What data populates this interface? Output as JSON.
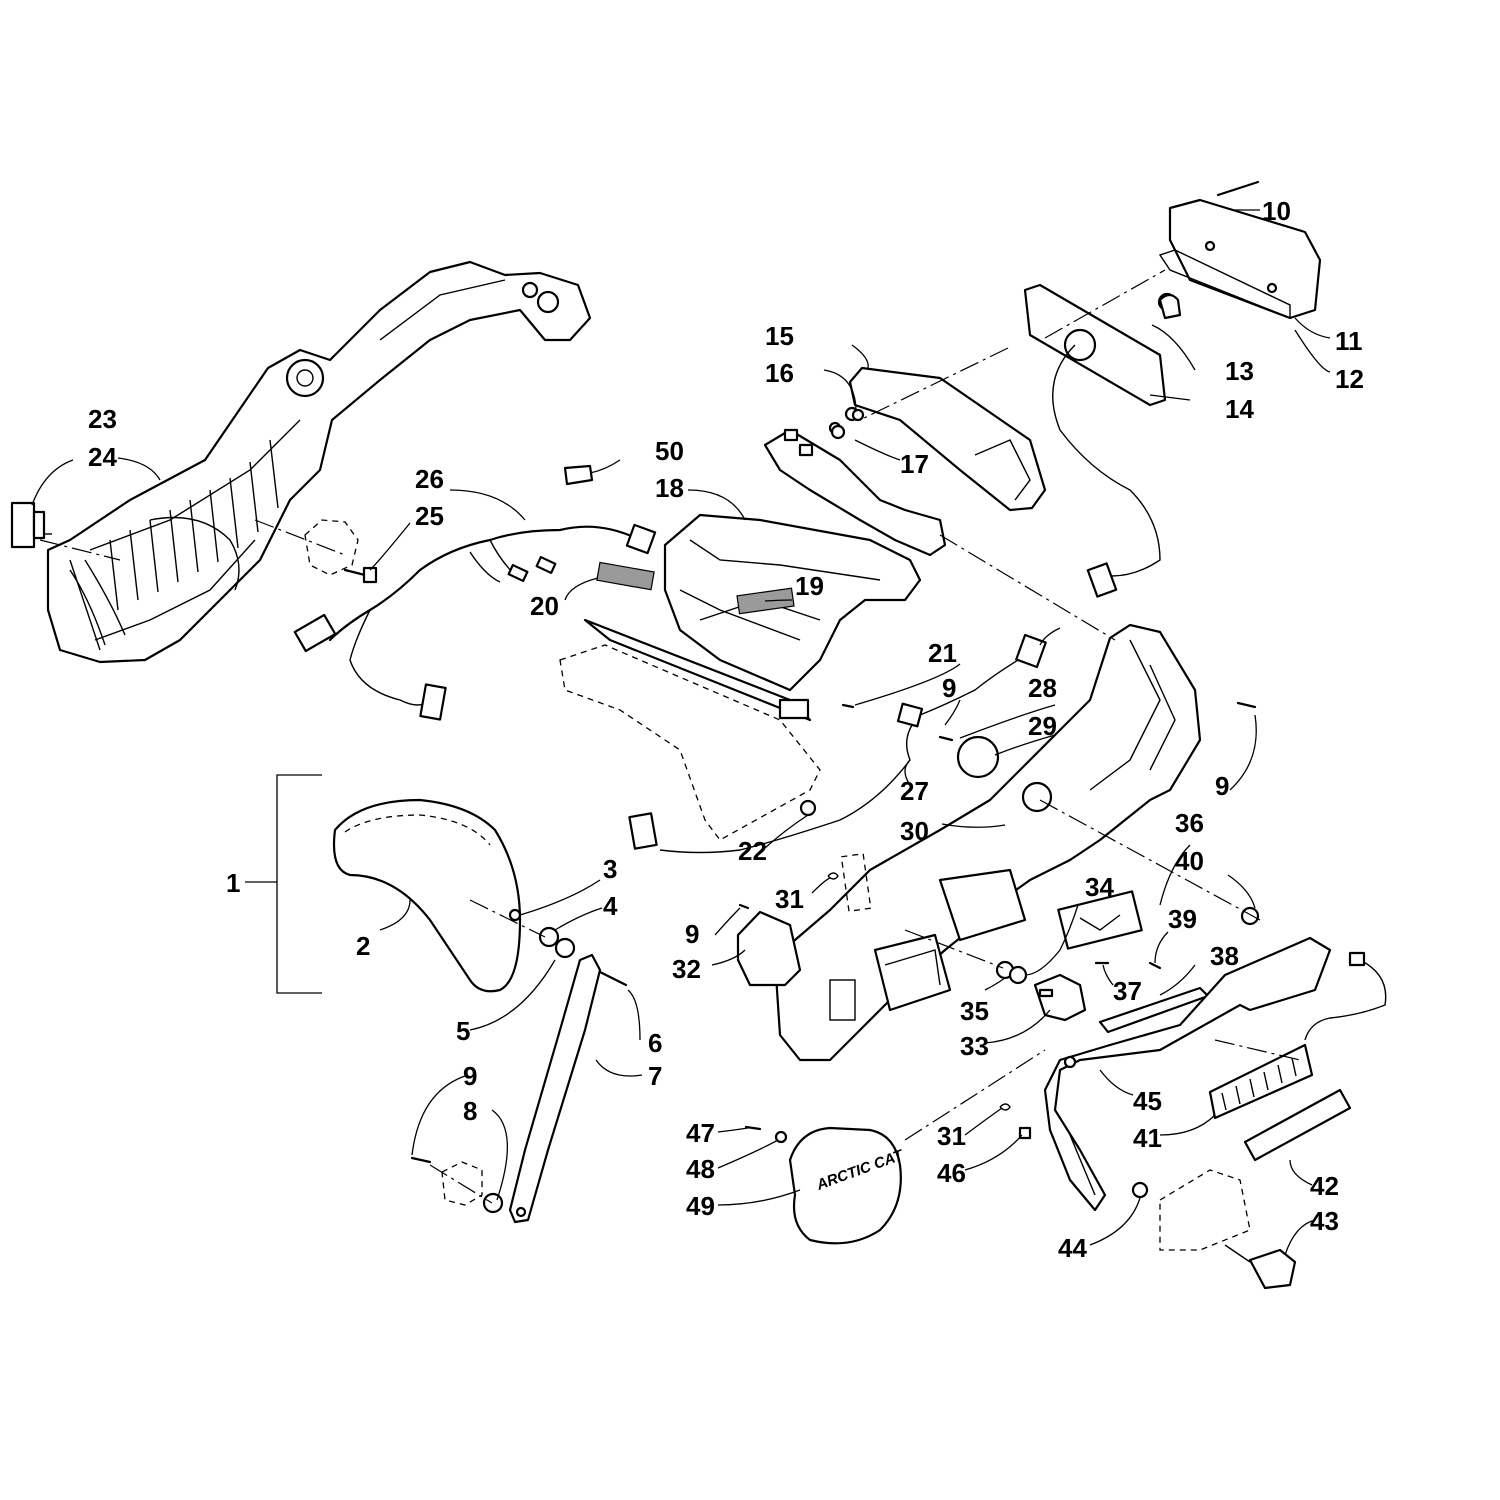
{
  "diagram": {
    "labels": {
      "p1": "1",
      "p2": "2",
      "p3": "3",
      "p4": "4",
      "p5": "5",
      "p6": "6",
      "p7": "7",
      "p8": "8",
      "p9a": "9",
      "p9b": "9",
      "p9c": "9",
      "p9d": "9",
      "p10": "10",
      "p11": "11",
      "p12": "12",
      "p13": "13",
      "p14": "14",
      "p15": "15",
      "p16": "16",
      "p17": "17",
      "p18": "18",
      "p19": "19",
      "p20": "20",
      "p21": "21",
      "p22": "22",
      "p23": "23",
      "p24": "24",
      "p25": "25",
      "p26": "26",
      "p27": "27",
      "p28": "28",
      "p29": "29",
      "p30": "30",
      "p31a": "31",
      "p31b": "31",
      "p32": "32",
      "p33": "33",
      "p34": "34",
      "p35": "35",
      "p36": "36",
      "p37": "37",
      "p38": "38",
      "p39": "39",
      "p40": "40",
      "p41": "41",
      "p42": "42",
      "p43": "43",
      "p44": "44",
      "p45": "45",
      "p46": "46",
      "p47": "47",
      "p48": "48",
      "p49": "49",
      "p50": "50"
    },
    "logo_text": "ARCTIC CAT"
  }
}
